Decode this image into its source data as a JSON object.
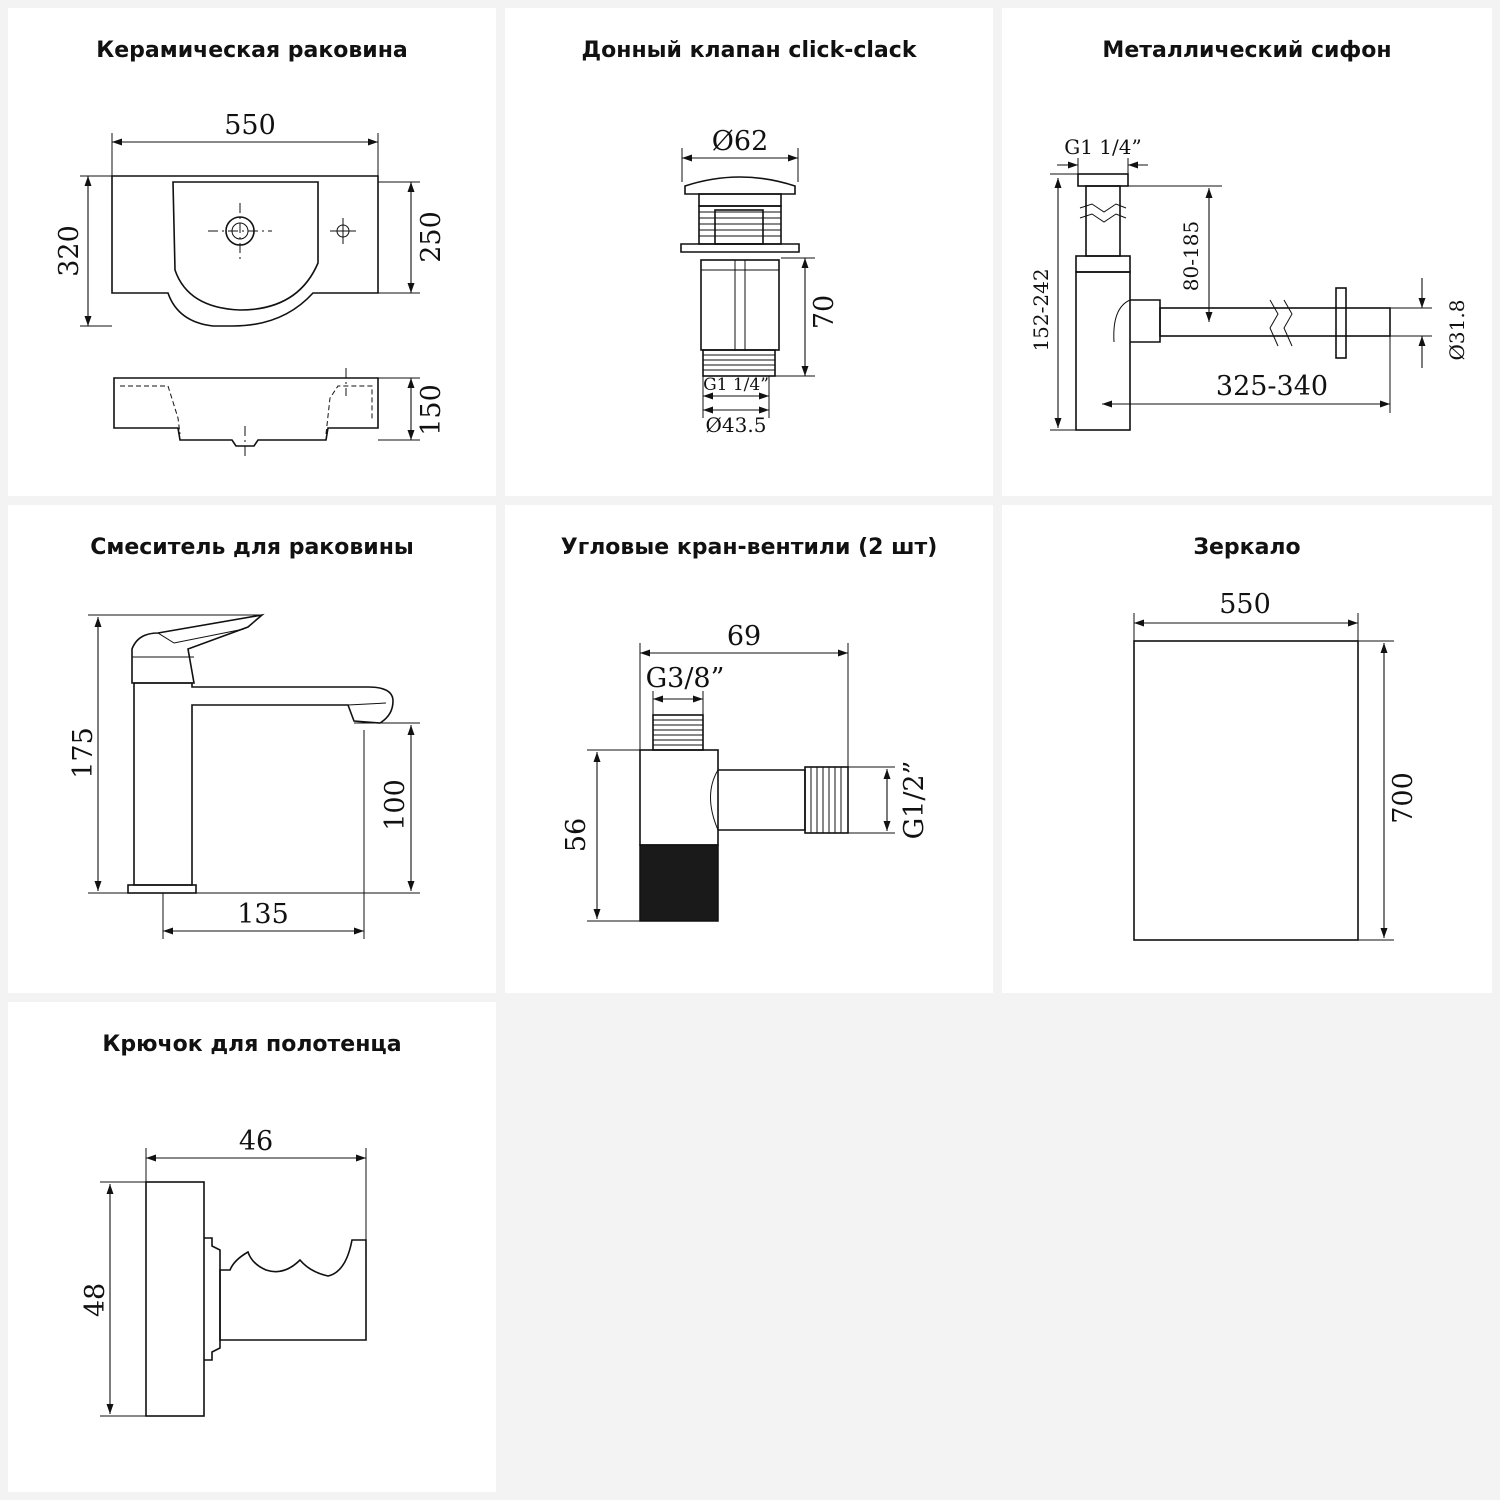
{
  "cards": {
    "sink": {
      "title": "Керамическая раковина",
      "dims": {
        "width": "550",
        "depth": "320",
        "bowl_depth": "250",
        "height": "150"
      }
    },
    "valve": {
      "title": "Донный клапан click-clack",
      "dims": {
        "top_diameter": "Ø62",
        "height": "70",
        "thread": "G1 1/4”",
        "bottom_diameter": "Ø43.5"
      }
    },
    "siphon": {
      "title": "Металлический сифон",
      "dims": {
        "thread": "G1 1/4”",
        "height_range": "152-242",
        "outlet_height": "80-185",
        "length_range": "325-340",
        "outlet_diameter": "Ø31.8"
      }
    },
    "faucet": {
      "title": "Смеситель для раковины",
      "dims": {
        "height": "175",
        "spout_height": "100",
        "reach": "135"
      }
    },
    "angle_valve": {
      "title": "Угловые кран-вентили (2 шт)",
      "dims": {
        "length": "69",
        "inlet_thread": "G3/8”",
        "height": "56",
        "outlet_thread": "G1/2”"
      }
    },
    "mirror": {
      "title": "Зеркало",
      "dims": {
        "width": "550",
        "height": "700"
      }
    },
    "hook": {
      "title": "Крючок для полотенца",
      "dims": {
        "width": "46",
        "height": "48"
      }
    }
  }
}
